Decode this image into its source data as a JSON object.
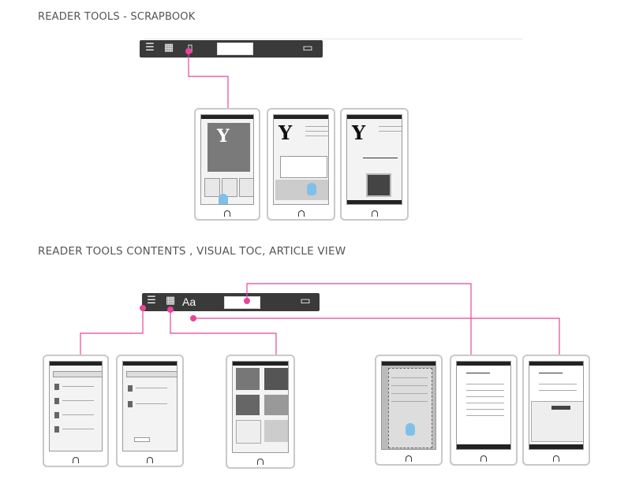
{
  "sections": {
    "scrapbook_title": "READER TOOLS - SCRAPBOOK",
    "contents_title": "READER TOOLS CONTENTS , VISUAL TOC, ARTICLE VIEW"
  },
  "toolbar_top": {
    "icons": [
      "list-icon",
      "grid-icon",
      "scrapbook-icon",
      "field",
      "window-icon"
    ]
  },
  "toolbar_bottom": {
    "font_label": "Aa",
    "icons": [
      "list-icon",
      "grid-icon",
      "font-icon",
      "field",
      "window-icon"
    ]
  },
  "colors": {
    "connector": "#e8459a",
    "hand": "#7fc0e8",
    "toolbar": "#3a3a3a",
    "device_border": "#c9c9c9"
  },
  "devices_top": [
    "scrapbook-select",
    "scrapbook-name-keyboard",
    "scrapbook-saved"
  ],
  "devices_bottom": [
    "contents-list-1",
    "contents-list-2",
    "visual-toc",
    "article-view-touch",
    "article-view",
    "article-view-font"
  ]
}
